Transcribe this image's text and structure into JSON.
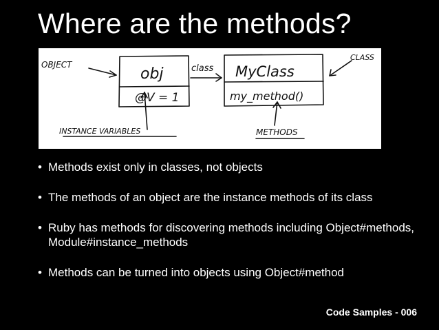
{
  "slide": {
    "title": "Where are the methods?",
    "diagram": {
      "label_object": "OBJECT",
      "label_obj": "obj",
      "label_ivar": "@V = 1",
      "label_class_arrow": "class",
      "label_myclass": "MyClass",
      "label_method": "my_method()",
      "label_class": "CLASS",
      "label_instance_variables": "INSTANCE VARIABLES",
      "label_methods": "METHODS"
    },
    "bullets": [
      "Methods exist only in classes, not objects",
      "The methods of an object are the instance methods of its class",
      "Ruby has methods for discovering methods including Object#methods, Module#instance_methods",
      "Methods can be turned into objects using Object#method"
    ],
    "bullet_glyph": "•",
    "footer": "Code Samples - 006"
  }
}
